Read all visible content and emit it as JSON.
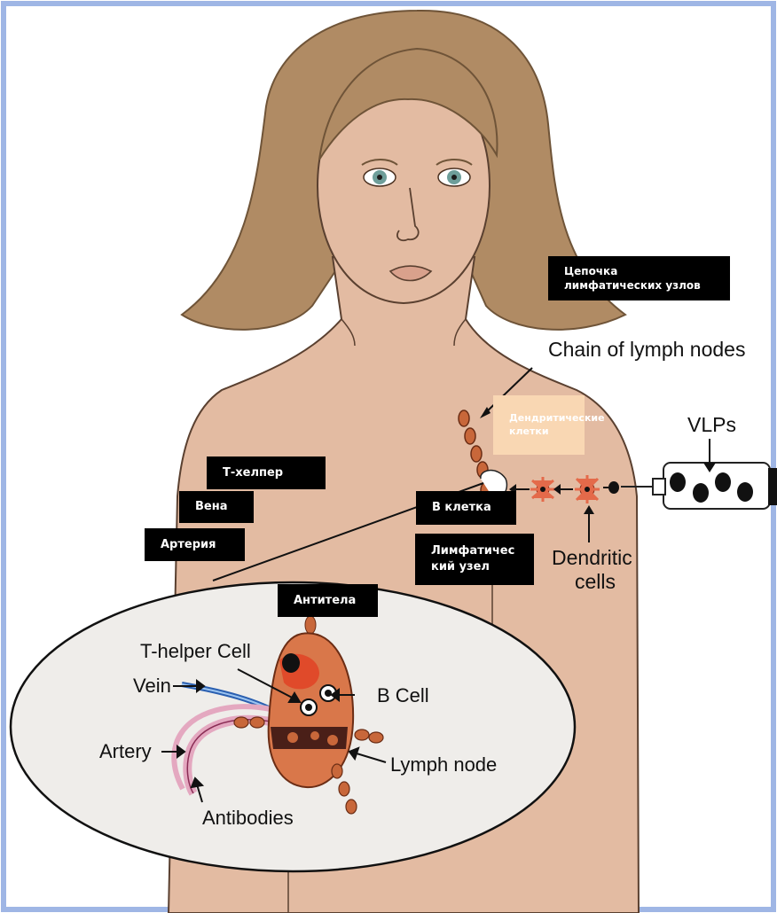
{
  "colors": {
    "skin": "#E3BBA2",
    "hair": "#B08B64",
    "frame": "#9FB6E5",
    "node": "#C8673A",
    "label_box": "#000000",
    "light_box": "#F9D7B3"
  },
  "labels_en": {
    "chain": "Chain of lymph nodes",
    "vlps": "VLPs",
    "dendritic_line1": "Dendritic",
    "dendritic_line2": "cells",
    "t_helper": "T-helper Cell",
    "vein": "Vein",
    "b_cell": "B Cell",
    "artery": "Artery",
    "lymph_node": "Lymph node",
    "antibodies": "Antibodies"
  },
  "labels_ru": {
    "chain": "Цепочка лимфатических узлов",
    "dendritic": "Дендритические клетки",
    "t_helper": "Т-хелпер",
    "vein": "Вена",
    "artery": "Артерия",
    "b_cell": "В клетка",
    "lymph_node": "Лимфатический узел",
    "antibodies": "Антитела"
  }
}
